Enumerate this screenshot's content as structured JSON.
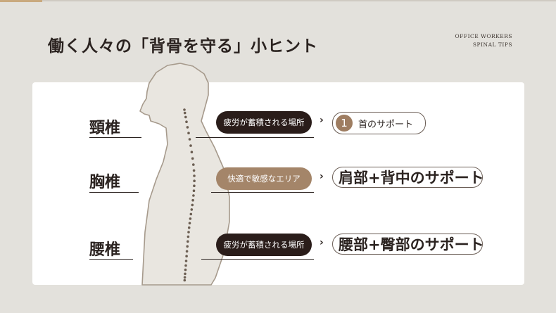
{
  "header": {
    "title": "働く人々の「背骨を守る」小ヒント",
    "subtitle_line1": "OFFICE WORKERS",
    "subtitle_line2": "SPINAL TIPS"
  },
  "regions": [
    {
      "name": "頸椎",
      "badge": "疲労が蓄積される場所",
      "badge_style": "dark",
      "number": "1",
      "support": "首のサポート"
    },
    {
      "name": "胸椎",
      "badge": "快適で敏感なエリア",
      "badge_style": "tan",
      "number": "",
      "support": "肩部+背中のサポート"
    },
    {
      "name": "腰椎",
      "badge": "疲労が蓄積される場所",
      "badge_style": "dark",
      "number": "",
      "support": "腰部+臀部のサポート"
    }
  ],
  "arrow_glyph": "›",
  "colors": {
    "background": "#e3e1dc",
    "card": "#ffffff",
    "dark_badge": "#2a1d1a",
    "tan_badge": "#a48569",
    "body_fill": "#e9e6e0",
    "body_stroke": "#a69a8c",
    "spine_dots": "#6b5e52"
  }
}
